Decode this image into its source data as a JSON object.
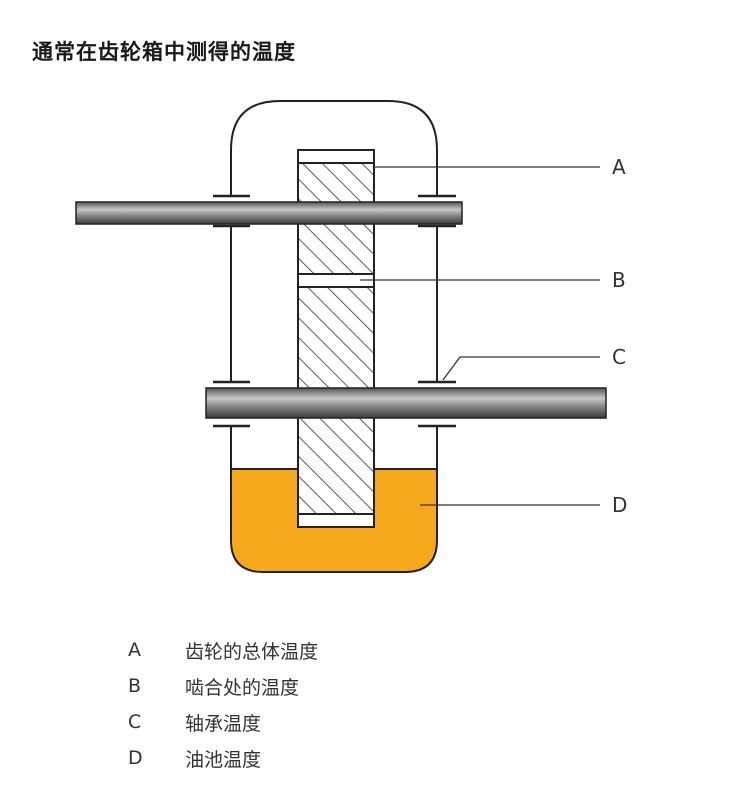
{
  "title": "通常在齿轮箱中测得的温度",
  "callouts": [
    "A",
    "B",
    "C",
    "D"
  ],
  "legend": [
    {
      "key": "A",
      "text": "齿轮的总体温度"
    },
    {
      "key": "B",
      "text": "啮合处的温度"
    },
    {
      "key": "C",
      "text": "轴承温度"
    },
    {
      "key": "D",
      "text": "油池温度"
    }
  ],
  "colors": {
    "oil": "#f6a81c",
    "shaft": "#7a7a7a",
    "outline": "#222222"
  }
}
